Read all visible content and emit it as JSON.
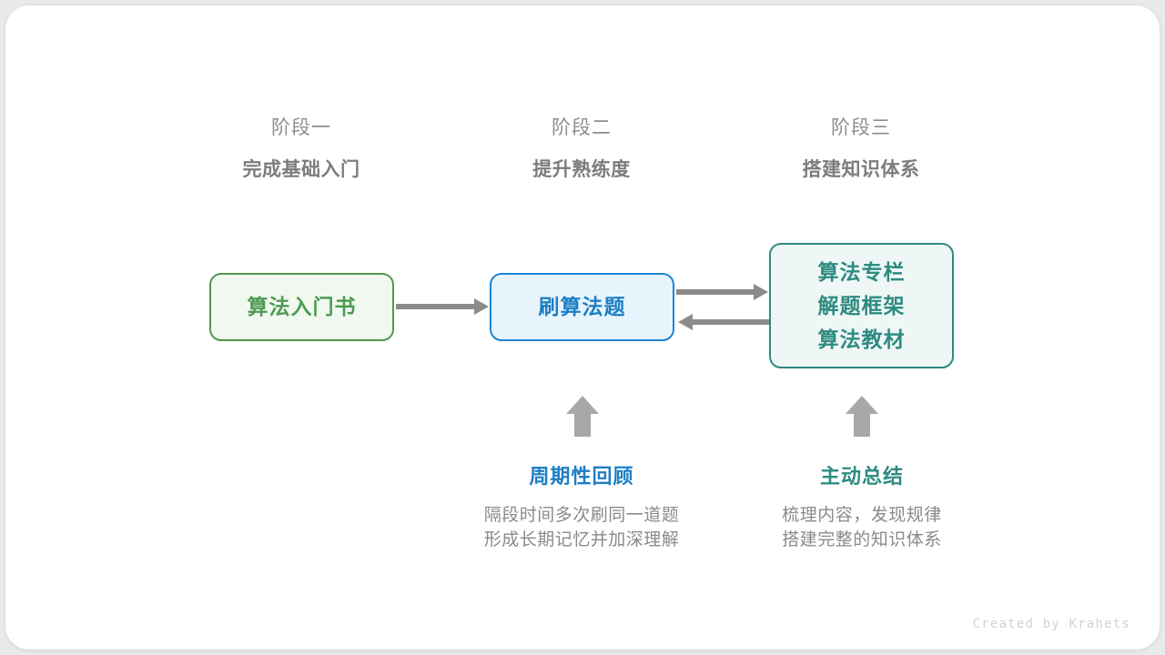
{
  "diagram": {
    "stages": [
      {
        "label": "阶段一",
        "title": "完成基础入门"
      },
      {
        "label": "阶段二",
        "title": "提升熟练度"
      },
      {
        "label": "阶段三",
        "title": "搭建知识体系"
      }
    ],
    "nodes": [
      {
        "id": "book",
        "lines": [
          "算法入门书"
        ],
        "color": "#4e9a51",
        "fill": "#f1f8f0"
      },
      {
        "id": "practice",
        "lines": [
          "刷算法题"
        ],
        "color": "#1e7fc4",
        "fill": "#e8f4fc"
      },
      {
        "id": "resources",
        "lines": [
          "算法专栏",
          "解题框架",
          "算法教材"
        ],
        "color": "#2e8b81",
        "fill": "#eef7f5"
      }
    ],
    "arrows": [
      {
        "id": "book-to-practice",
        "direction": "right",
        "color": "#8b8b8b"
      },
      {
        "id": "practice-to-resources",
        "direction": "right",
        "color": "#8b8b8b"
      },
      {
        "id": "resources-to-practice",
        "direction": "left",
        "color": "#8b8b8b"
      },
      {
        "id": "review-up",
        "direction": "up",
        "color": "#a8a8a8"
      },
      {
        "id": "summary-up",
        "direction": "up",
        "color": "#a8a8a8"
      }
    ],
    "notes": [
      {
        "id": "review",
        "title": "周期性回顾",
        "color": "#1e7fc4",
        "desc_line1": "隔段时间多次刷同一道题",
        "desc_line2": "形成长期记忆并加深理解"
      },
      {
        "id": "summary",
        "title": "主动总结",
        "color": "#2e8b81",
        "desc_line1": "梳理内容，发现规律",
        "desc_line2": "搭建完整的知识体系"
      }
    ],
    "watermark": "Created by Krahets"
  }
}
